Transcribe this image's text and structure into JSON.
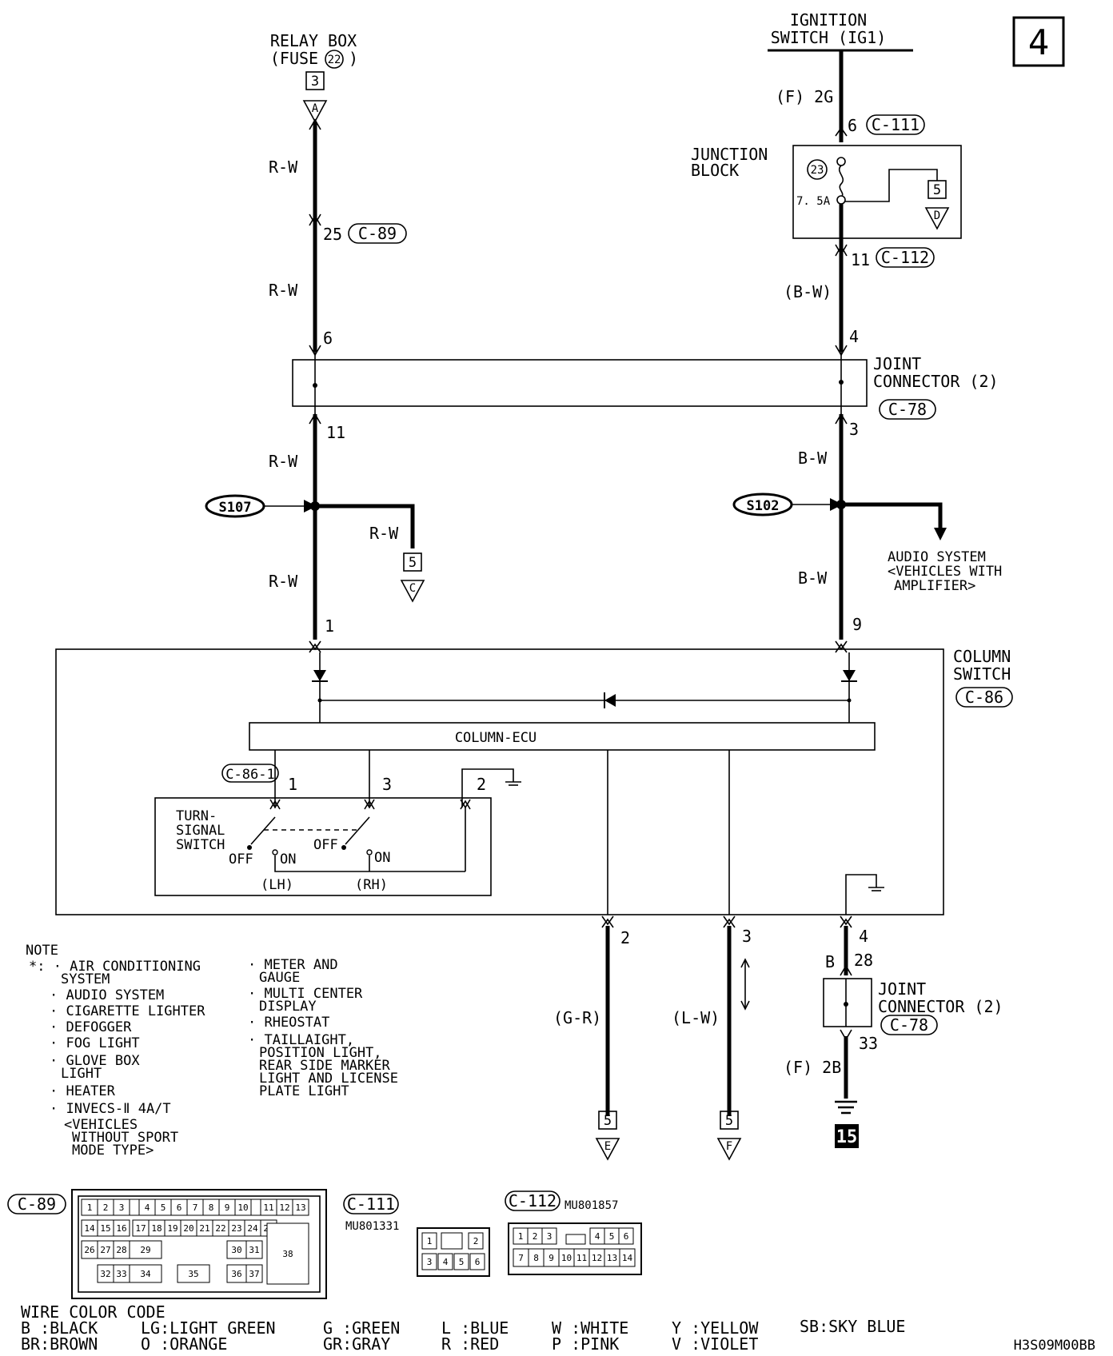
{
  "page_number": "4",
  "diagram_code": "H3S09M00BB",
  "sources": {
    "relay_box": [
      "RELAY BOX",
      "(FUSE"
    ],
    "relay_fuse_num": "22",
    "relay_pin": "3",
    "relay_conn": "A",
    "ignition": [
      "IGNITION",
      "SWITCH (IG1)"
    ]
  },
  "left_wire": {
    "color1": "R-W",
    "pin_c89": "25",
    "conn_c89": "C-89",
    "color2": "R-W",
    "pin_jc_in": "6",
    "pin_jc_out": "11",
    "color3": "R-W",
    "splice": "S107",
    "branch_color": "R-W",
    "branch_pin": "5",
    "branch_conn": "C",
    "color4": "R-W",
    "pin_col": "1"
  },
  "right_wire": {
    "f2g": "(F) 2G",
    "pin_c111": "6",
    "conn_c111": "C-111",
    "jb_title": [
      "JUNCTION",
      "BLOCK"
    ],
    "fuse_num": "23",
    "fuse_rating": "7. 5A",
    "jb_pin": "5",
    "jb_conn": "D",
    "pin_c112": "11",
    "conn_c112": "C-112",
    "color1": "(B-W)",
    "pin_jc_in": "4",
    "pin_jc_out": "3",
    "color2": "B-W",
    "splice": "S102",
    "audio": [
      "AUDIO SYSTEM",
      "<VEHICLES WITH",
      "AMPLIFIER>"
    ],
    "color3": "B-W",
    "pin_col": "9"
  },
  "joint_connector": {
    "title": [
      "JOINT",
      "CONNECTOR (2)"
    ],
    "conn": "C-78"
  },
  "column_switch": {
    "title": [
      "COLUMN",
      "SWITCH"
    ],
    "conn": "C-86",
    "ecu_label": "COLUMN-ECU",
    "sub_conn": "C-86-1",
    "pins": [
      "1",
      "3",
      "2"
    ],
    "tss_label": [
      "TURN-",
      "SIGNAL",
      "SWITCH"
    ],
    "off": "OFF",
    "on": "ON",
    "lh": "(LH)",
    "rh": "(RH)"
  },
  "outputs": {
    "pin_a": "2",
    "color_a": "(G-R)",
    "page_a": "5",
    "conn_a": "E",
    "pin_b": "3",
    "color_b": "(L-W)",
    "page_b": "5",
    "conn_b": "F",
    "pin_c": "4",
    "color_c": "B",
    "pin_jc_in": "28",
    "pin_jc_out": "33",
    "jc_title": [
      "JOINT",
      "CONNECTOR (2)"
    ],
    "jc_conn": "C-78",
    "ground_ref": "(F) 2B",
    "ground_num": "15"
  },
  "note": {
    "title": "NOTE",
    "col1": [
      "*: · AIR CONDITIONING",
      "SYSTEM",
      "· AUDIO SYSTEM",
      "· CIGARETTE LIGHTER",
      "· DEFOGGER",
      "· FOG LIGHT",
      "· GLOVE BOX",
      "LIGHT",
      "· HEATER",
      "· INVECS-Ⅱ 4A/T",
      "<VEHICLES",
      "WITHOUT SPORT",
      "MODE TYPE>"
    ],
    "col2": [
      "· METER AND",
      "GAUGE",
      "· MULTI CENTER",
      "DISPLAY",
      "· RHEOSTAT",
      "· TAILLAIGHT,",
      "POSITION LIGHT,",
      "REAR SIDE MARKER",
      "LIGHT AND LICENSE",
      "PLATE LIGHT"
    ]
  },
  "connectors": {
    "c89_label": "C-89",
    "c89_row1": [
      "1",
      "2",
      "3",
      "4",
      "5",
      "6",
      "7",
      "8",
      "9",
      "10",
      "11",
      "12",
      "13"
    ],
    "c89_row2": [
      "14",
      "15",
      "16",
      "17",
      "18",
      "19",
      "20",
      "21",
      "22",
      "23",
      "24",
      "25"
    ],
    "c89_row3": [
      "26",
      "27",
      "28",
      "29",
      "30",
      "31"
    ],
    "c89_row4": [
      "32",
      "33",
      "34",
      "35",
      "36",
      "37"
    ],
    "c89_big": "38",
    "c111_label": "C-111",
    "c111_part": "MU801331",
    "c111_pins": [
      "1",
      "2",
      "3",
      "4",
      "5",
      "6"
    ],
    "c112_label": "C-112",
    "c112_part": "MU801857",
    "c112_pins": [
      "1",
      "2",
      "3",
      "4",
      "5",
      "6",
      "7",
      "8",
      "9",
      "10",
      "11",
      "12",
      "13",
      "14"
    ]
  },
  "wire_color_code": {
    "title": "WIRE COLOR CODE",
    "items": [
      "B :BLACK",
      "BR:BROWN",
      "LG:LIGHT GREEN",
      "O :ORANGE",
      "G :GREEN",
      "GR:GRAY",
      "L :BLUE",
      "R :RED",
      "W :WHITE",
      "P :PINK",
      "Y :YELLOW",
      "V :VIOLET",
      "SB:SKY BLUE"
    ]
  }
}
